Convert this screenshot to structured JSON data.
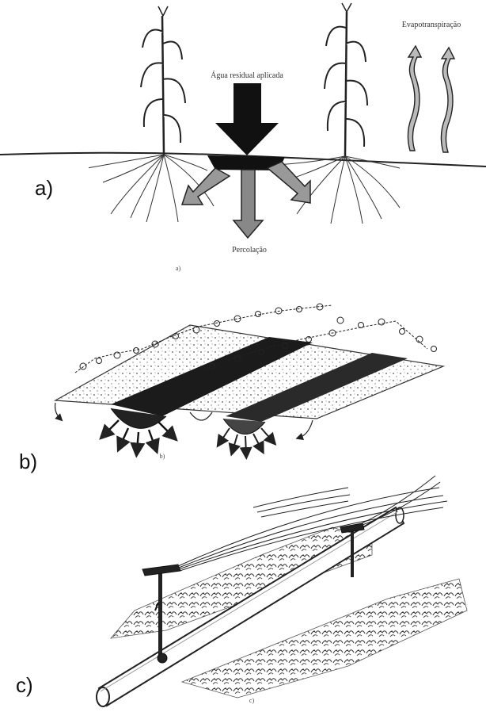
{
  "panels": {
    "a": {
      "label": "a)",
      "sublabel": "a)",
      "applied_water": "Água residual aplicada",
      "evapotranspiration": "Evapotranspiração",
      "percolation": "Percolação"
    },
    "b": {
      "label": "b)",
      "sublabel": "b)"
    },
    "c": {
      "label": "c)",
      "sublabel": "c)"
    }
  }
}
